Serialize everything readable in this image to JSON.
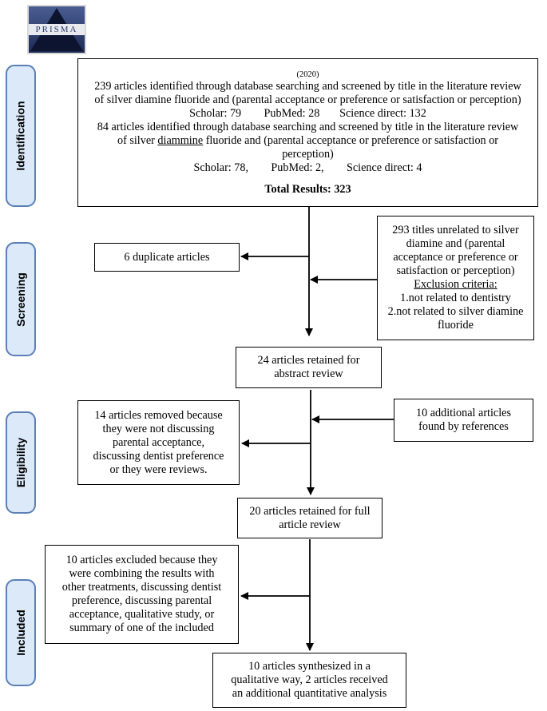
{
  "logo": {
    "text": "PRISMA"
  },
  "phases": {
    "identification": "Identification",
    "screening": "Screening",
    "eligibility": "Eligibility",
    "included": "Included"
  },
  "identification_box": {
    "year": "(2020)",
    "line1": "239 articles identified through database searching and screened by title in the literature review",
    "line2": "of silver diamine fluoride and (parental acceptance or preference or satisfaction or perception)",
    "line3": "Scholar: 79        PubMed: 28       Science direct: 132",
    "line4": "84 articles identified through database searching and screened by title in the literature review",
    "line5_pre": "of silver ",
    "line5_u": "diammine",
    "line5_post": " fluoride and (parental acceptance or preference or satisfaction or",
    "line6": "perception)",
    "line7": "Scholar: 78,        PubMed: 2,        Science direct: 4",
    "total": "Total Results: 323"
  },
  "duplicates_box": {
    "text": "6 duplicate articles"
  },
  "unrelated_box": {
    "line1": "293 titles unrelated to silver",
    "line2": "diamine and (parental",
    "line3": "acceptance or preference or",
    "line4": "satisfaction or perception)",
    "criteria": "Exclusion criteria:",
    "c1": "1.not related to dentistry",
    "c2": "2.not related to silver diamine",
    "c3": "fluoride"
  },
  "abstract_box": {
    "line1": "24 articles retained for",
    "line2": "abstract review"
  },
  "removed_box": {
    "line1": "14 articles removed because",
    "line2": "they were not discussing",
    "line3": "parental acceptance,",
    "line4": "discussing dentist preference",
    "line5": "or they were reviews."
  },
  "additional_box": {
    "line1": "10 additional articles",
    "line2": "found by references"
  },
  "full_box": {
    "line1": "20 articles retained for full",
    "line2": "article review"
  },
  "excluded_box": {
    "line1": "10 articles excluded because they",
    "line2": "were combining the results with",
    "line3": "other treatments, discussing dentist",
    "line4": "preference, discussing parental",
    "line5": "acceptance, qualitative study, or",
    "line6": "summary of one of the included"
  },
  "final_box": {
    "line1": "10 articles synthesized in a",
    "line2": "qualitative way, 2 articles received",
    "line3": "an additional quantitative analysis"
  }
}
